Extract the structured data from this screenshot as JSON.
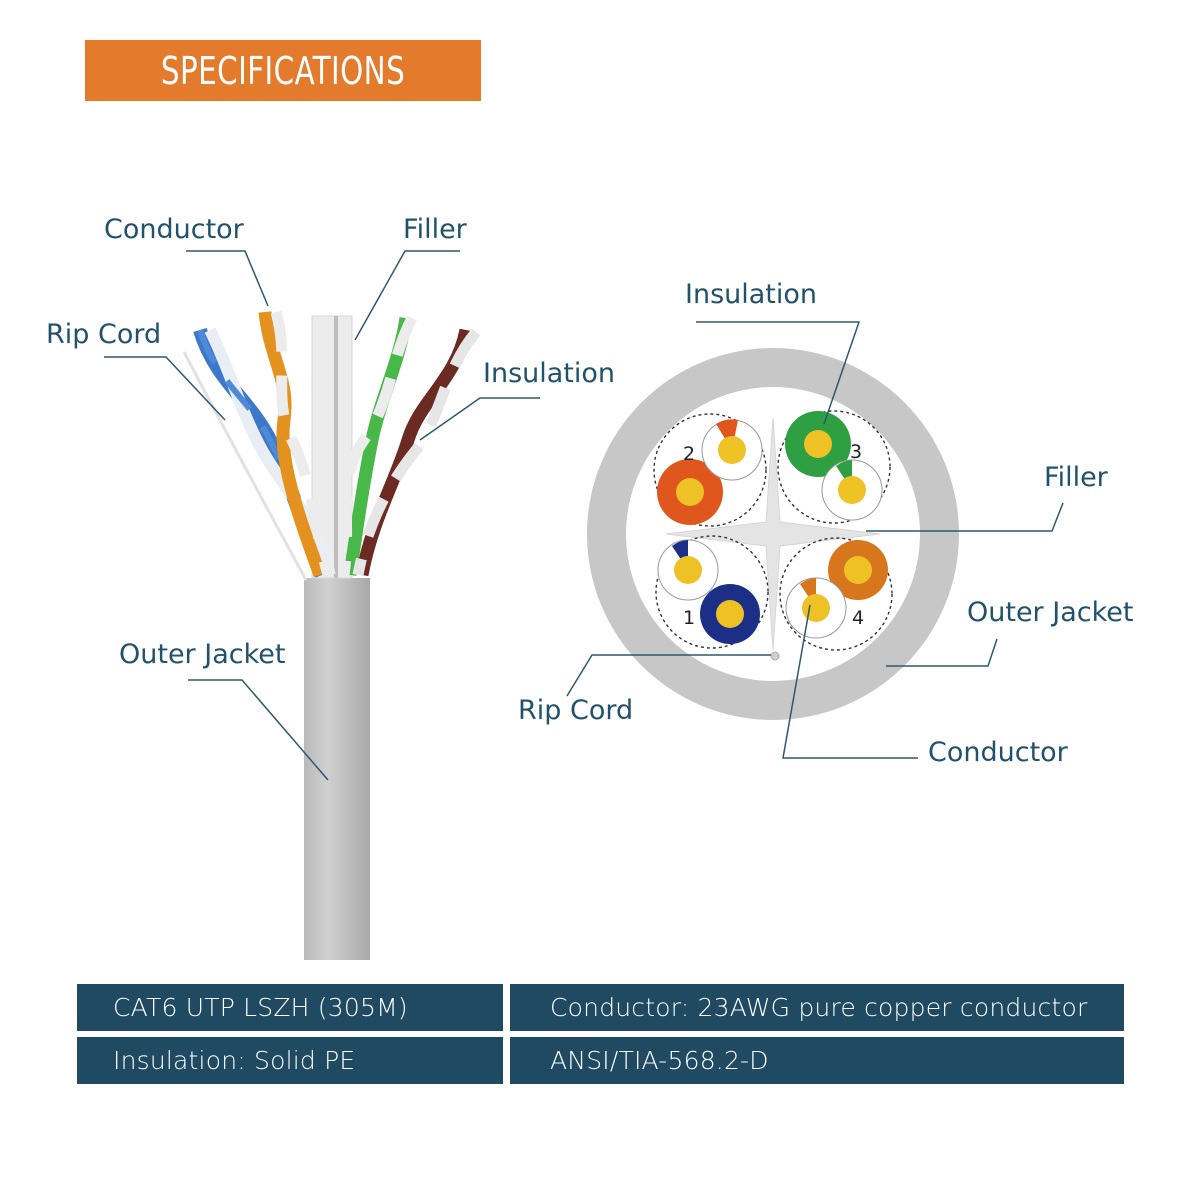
{
  "header": {
    "title": "SPECIFICATIONS",
    "color": "#e47a2c"
  },
  "cable_labels": {
    "conductor": "Conductor",
    "filler": "Filler",
    "rip_cord": "Rip Cord",
    "insulation": "Insulation",
    "outer_jacket": "Outer Jacket"
  },
  "cross_section": {
    "insulation": "Insulation",
    "filler": "Filler",
    "outer_jacket": "Outer Jacket",
    "rip_cord": "Rip Cord",
    "conductor": "Conductor",
    "pair_numbers": [
      "1",
      "2",
      "3",
      "4"
    ],
    "pair_colors": [
      "#1c2f86",
      "#e0571e",
      "#2ea043",
      "#d7761c"
    ]
  },
  "specs": {
    "row1_left": "CAT6 UTP LSZH (305M)",
    "row1_right": "Conductor: 23AWG pure copper conductor",
    "row2_left": "Insulation: Solid PE",
    "row2_right": "ANSI/TIA-568.2-D"
  }
}
